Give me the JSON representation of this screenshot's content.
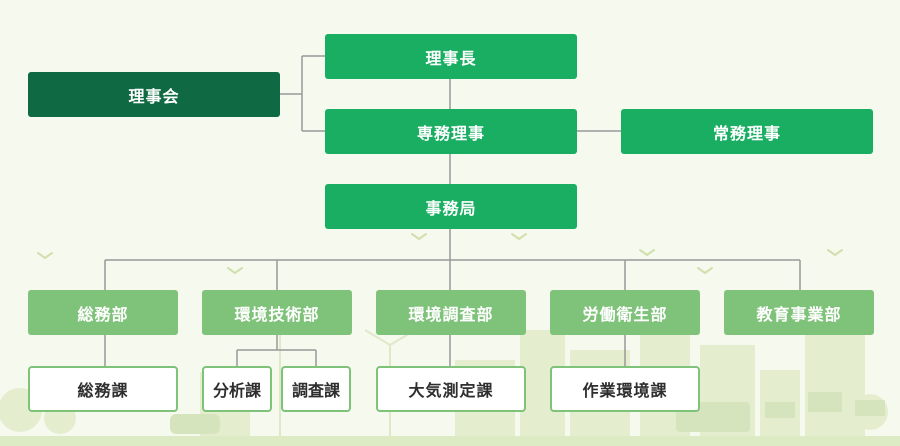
{
  "colors": {
    "primary": "#1aae63",
    "board": "#0f6a43",
    "department": "#7fc27a",
    "connector": "#999999"
  },
  "org": {
    "board": "理事会",
    "chairman": "理事長",
    "executive_director": "専務理事",
    "managing_director": "常務理事",
    "secretariat": "事務局",
    "departments": [
      {
        "label": "総務部",
        "sections": [
          "総務課"
        ]
      },
      {
        "label": "環境技術部",
        "sections": [
          "分析課",
          "調査課"
        ]
      },
      {
        "label": "環境調査部",
        "sections": [
          "大気測定課"
        ]
      },
      {
        "label": "労働衛生部",
        "sections": [
          "作業環境課"
        ]
      },
      {
        "label": "教育事業部",
        "sections": []
      }
    ]
  }
}
